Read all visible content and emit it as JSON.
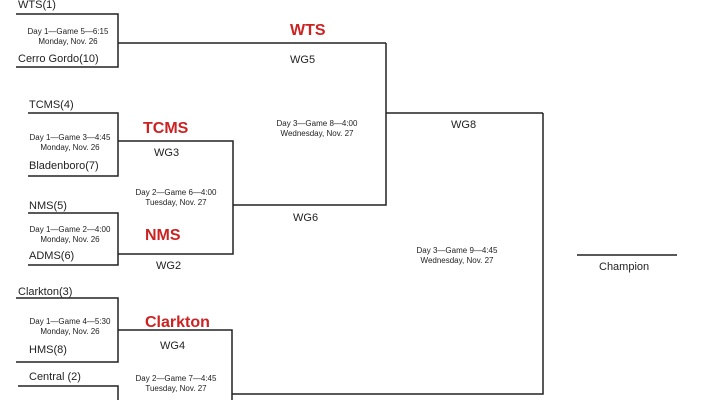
{
  "bracket": {
    "teams": {
      "wts": "WTS(1)",
      "cerro_gordo": "Cerro Gordo(10)",
      "tcms": "TCMS(4)",
      "bladenboro": "Bladenboro(7)",
      "nms": "NMS(5)",
      "adms": "ADMS(6)",
      "clarkton": "Clarkton(3)",
      "hms": "HMS(8)",
      "central": "Central (2)"
    },
    "games": {
      "g5": {
        "line1": "Day 1—Game 5—6:15",
        "line2": "Monday, Nov. 26"
      },
      "g3": {
        "line1": "Day 1—Game 3—4:45",
        "line2": "Monday, Nov. 26"
      },
      "g2": {
        "line1": "Day 1—Game 2—4:00",
        "line2": "Monday, Nov. 26"
      },
      "g4": {
        "line1": "Day 1—Game 4—5:30",
        "line2": "Monday, Nov. 26"
      },
      "g6": {
        "line1": "Day 2—Game 6—4:00",
        "line2": "Tuesday, Nov. 27"
      },
      "g7": {
        "line1": "Day 2—Game 7—4:45",
        "line2": "Tuesday, Nov. 27"
      },
      "g8": {
        "line1": "Day 3—Game 8—4:00",
        "line2": "Wednesday, Nov. 27"
      },
      "g9": {
        "line1": "Day 3—Game 9—4:45",
        "line2": "Wednesday, Nov. 27"
      }
    },
    "game_labels": {
      "wg5": "WG5",
      "wg3": "WG3",
      "wg2": "WG2",
      "wg4": "WG4",
      "wg6": "WG6",
      "wg8": "WG8"
    },
    "winners": {
      "wts": "WTS",
      "tcms": "TCMS",
      "nms": "NMS",
      "clarkton": "Clarkton"
    },
    "champion": "Champion",
    "colors": {
      "winner": "#cc2222",
      "line": "#222222"
    }
  }
}
